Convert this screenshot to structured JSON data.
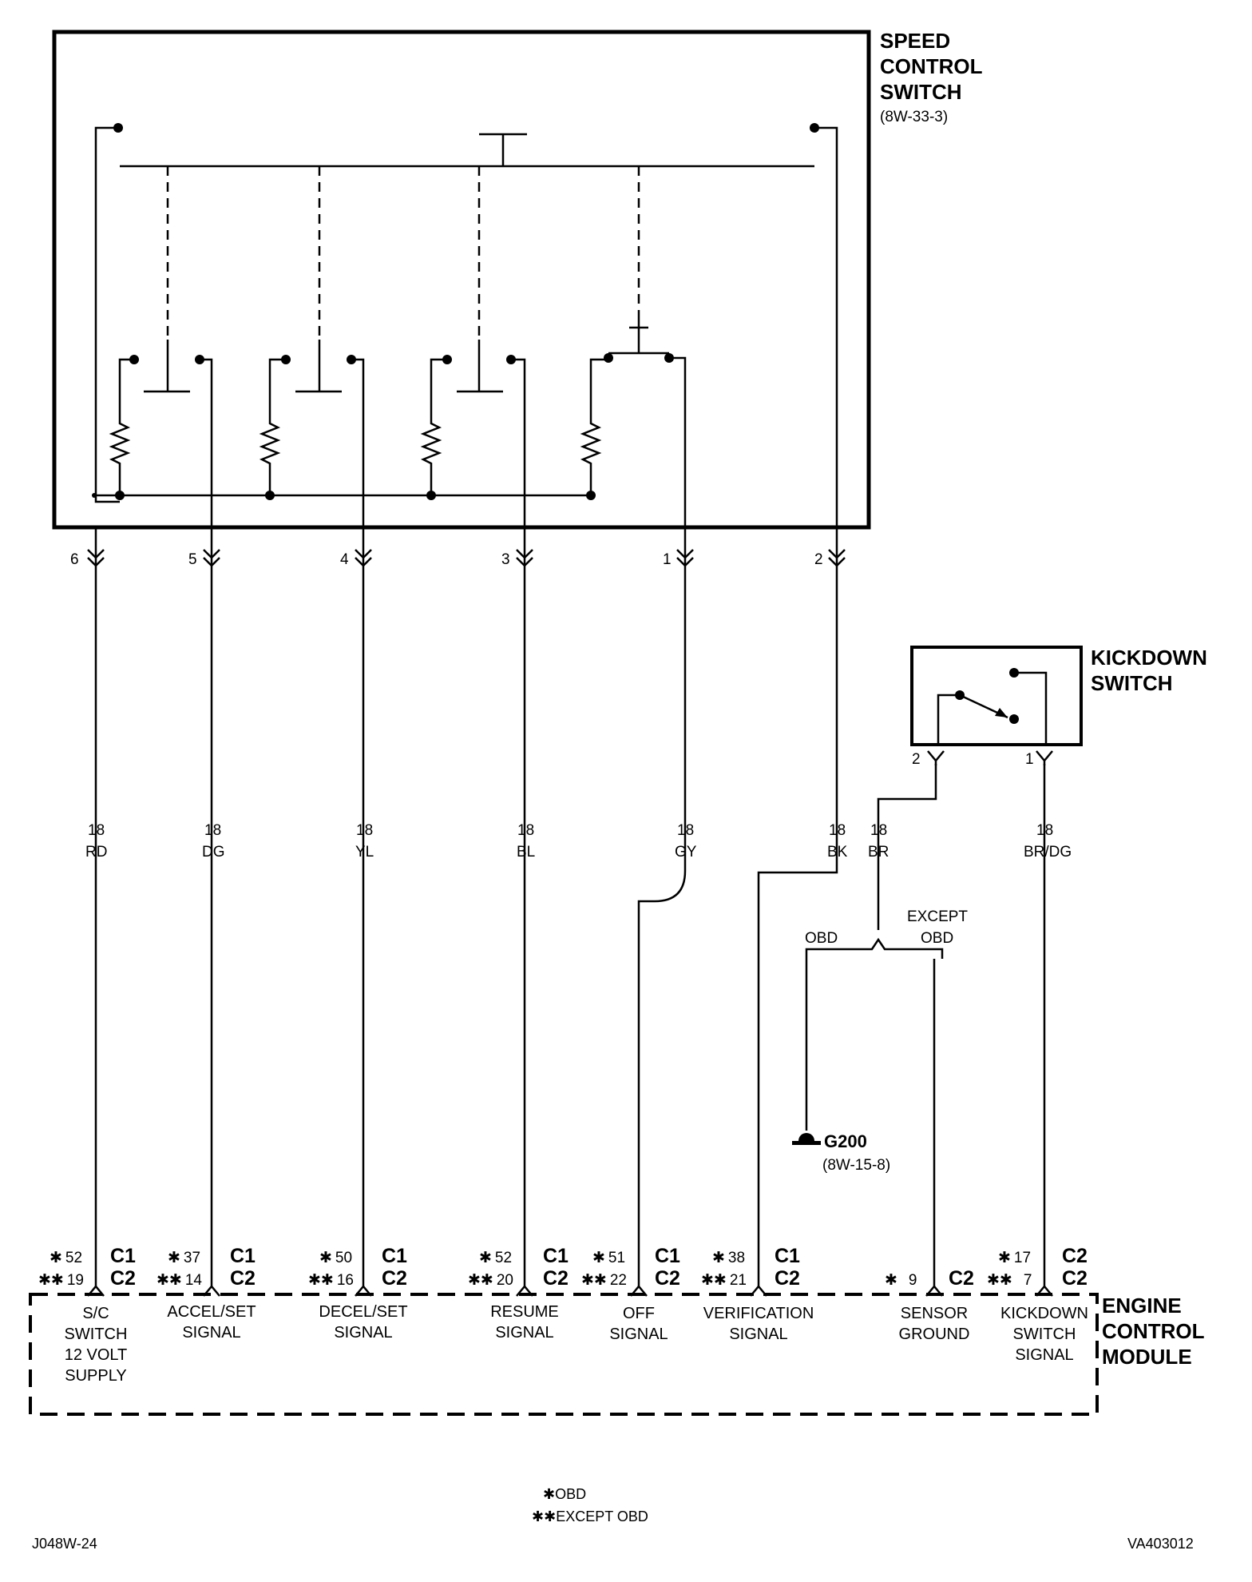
{
  "speed_switch": {
    "title_1": "SPEED",
    "title_2": "CONTROL",
    "title_3": "SWITCH",
    "ref": "(8W-33-3)"
  },
  "kickdown": {
    "title_1": "KICKDOWN",
    "title_2": "SWITCH",
    "pin_a": "2",
    "pin_b": "1"
  },
  "pins": [
    "6",
    "5",
    "4",
    "3",
    "1",
    "2"
  ],
  "wires": [
    {
      "gauge": "18",
      "color": "RD"
    },
    {
      "gauge": "18",
      "color": "DG"
    },
    {
      "gauge": "18",
      "color": "YL"
    },
    {
      "gauge": "18",
      "color": "BL"
    },
    {
      "gauge": "18",
      "color": "GY"
    },
    {
      "gauge": "18",
      "color": "BK"
    },
    {
      "gauge": "18",
      "color": "BR"
    },
    {
      "gauge": "18",
      "color": "BR/DG"
    }
  ],
  "splice": {
    "left": "OBD",
    "right_1": "EXCEPT",
    "right_2": "OBD"
  },
  "ground": {
    "name": "G200",
    "ref": "(8W-15-8)"
  },
  "ecm": {
    "title_1": "ENGINE",
    "title_2": "CONTROL",
    "title_3": "MODULE"
  },
  "ecm_pins": [
    {
      "obd": "52",
      "xobd": "19",
      "c_top": "C1",
      "c_bot": "C2",
      "l1": "S/C",
      "l2": "SWITCH",
      "l3": "12 VOLT",
      "l4": "SUPPLY"
    },
    {
      "obd": "37",
      "xobd": "14",
      "c_top": "C1",
      "c_bot": "C2",
      "l1": "ACCEL/SET",
      "l2": "SIGNAL"
    },
    {
      "obd": "50",
      "xobd": "16",
      "c_top": "C1",
      "c_bot": "C2",
      "l1": "DECEL/SET",
      "l2": "SIGNAL"
    },
    {
      "obd": "52",
      "xobd": "20",
      "c_top": "C1",
      "c_bot": "C2",
      "l1": "RESUME",
      "l2": "SIGNAL"
    },
    {
      "obd": "51",
      "xobd": "22",
      "c_top": "C1",
      "c_bot": "C2",
      "l1": "OFF",
      "l2": "SIGNAL"
    },
    {
      "obd": "38",
      "xobd": "21",
      "c_top": "C1",
      "c_bot": "C2",
      "l1": "VERIFICATION",
      "l2": "SIGNAL"
    },
    {
      "obd": "9",
      "c_bot": "C2",
      "l1": "SENSOR",
      "l2": "GROUND"
    },
    {
      "obd": "17",
      "xobd": "7",
      "c_top": "C2",
      "c_bot": "C2",
      "l1": "KICKDOWN",
      "l2": "SWITCH",
      "l3": "SIGNAL"
    }
  ],
  "legend": {
    "star": "✱",
    "obd": "OBD",
    "except_obd": "EXCEPT OBD"
  },
  "footer": {
    "left": "J048W-24",
    "right": "VA403012"
  }
}
